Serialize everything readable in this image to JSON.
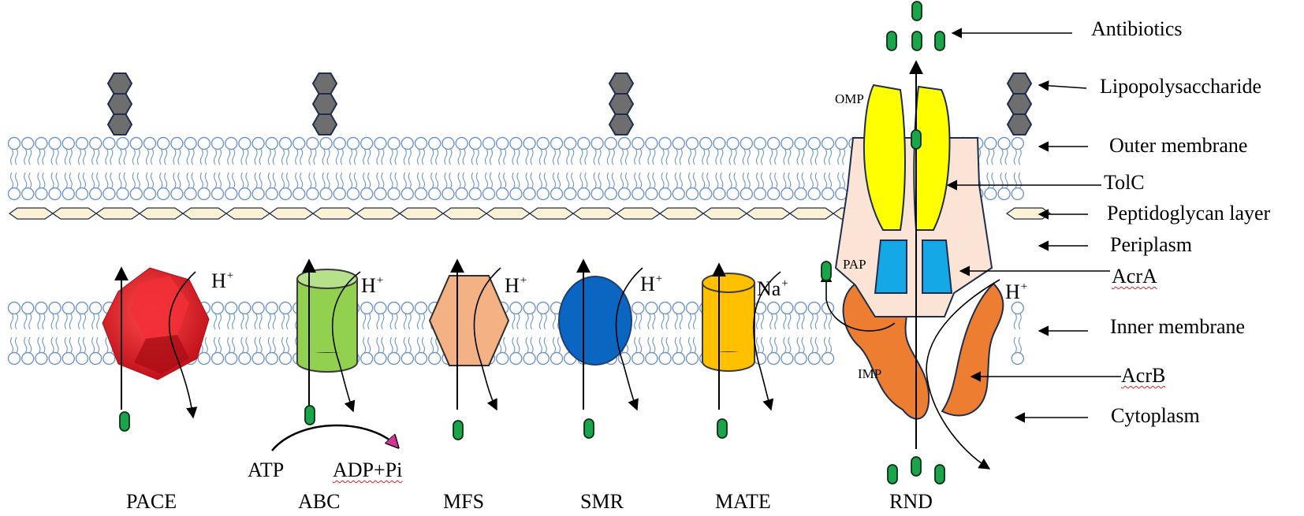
{
  "labels": {
    "antibiotics": "Antibiotics",
    "lipopolysaccharide": "Lipopolysaccharide",
    "outer_membrane": "Outer membrane",
    "tolc": "TolC",
    "peptidoglycan": "Peptidoglycan layer",
    "periplasm": "Periplasm",
    "acra": "AcrA",
    "inner_membrane": "Inner membrane",
    "acrb": "AcrB",
    "cytoplasm": "Cytoplasm"
  },
  "rnd_parts": {
    "omp": "OMP",
    "pap": "PAP",
    "imp": "IMP"
  },
  "ions": {
    "proton": "H",
    "sodium": "Na",
    "charge": "+"
  },
  "abc_energy": {
    "atp": "ATP",
    "adp": "ADP+Pi"
  },
  "transporters": [
    {
      "name": "PACE",
      "ion": "proton",
      "color": "#e41e25"
    },
    {
      "name": "ABC",
      "ion": "proton",
      "color": "#92d050"
    },
    {
      "name": "MFS",
      "ion": "proton",
      "color": "#f4b183"
    },
    {
      "name": "SMR",
      "ion": "proton",
      "color": "#0b66c2"
    },
    {
      "name": "MATE",
      "ion": "sodium",
      "color": "#ffc000"
    },
    {
      "name": "RND",
      "ion": "proton",
      "color": "#ed7d31"
    }
  ],
  "colors": {
    "membrane": "#6f95c9",
    "lps": "#6e6e6e",
    "peptidoglycan": "#fdf1d5",
    "antibiotic": "#1aa54a",
    "tolc": "#ffff00",
    "acra": "#14a8e6",
    "rnd_body": "#fbe4d5",
    "acrb": "#ed7d31",
    "atp_arrow": "#d6339b"
  }
}
